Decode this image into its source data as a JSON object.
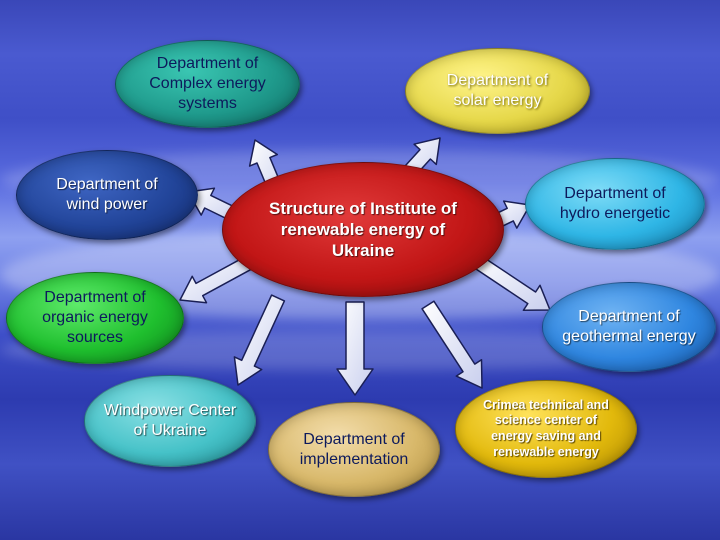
{
  "nodes": {
    "complex": "Department of Complex energy systems",
    "solar": "Department of solar energy",
    "wind": "Department of wind power",
    "center": "Structure of Institute of renewable energy of Ukraine",
    "hydro": "Department of hydro energetic",
    "organic": "Department of organic energy sources",
    "geothermal": "Department of geothermal energy",
    "windpower_center": "Windpower Center of Ukraine",
    "implementation": "Department of implementation",
    "crimea": "Crimea technical and science center of energy saving and renewable energy"
  },
  "colors": {
    "complex": "#1f9a8c",
    "solar": "#e6d84a",
    "wind": "#22459a",
    "center": "#c21616",
    "hydro": "#2fb6e6",
    "organic": "#1fbf2e",
    "geothermal": "#2f86e0",
    "windpower_center": "#46c2c8",
    "implementation": "#d8b86a",
    "crimea": "#e2b90c"
  }
}
